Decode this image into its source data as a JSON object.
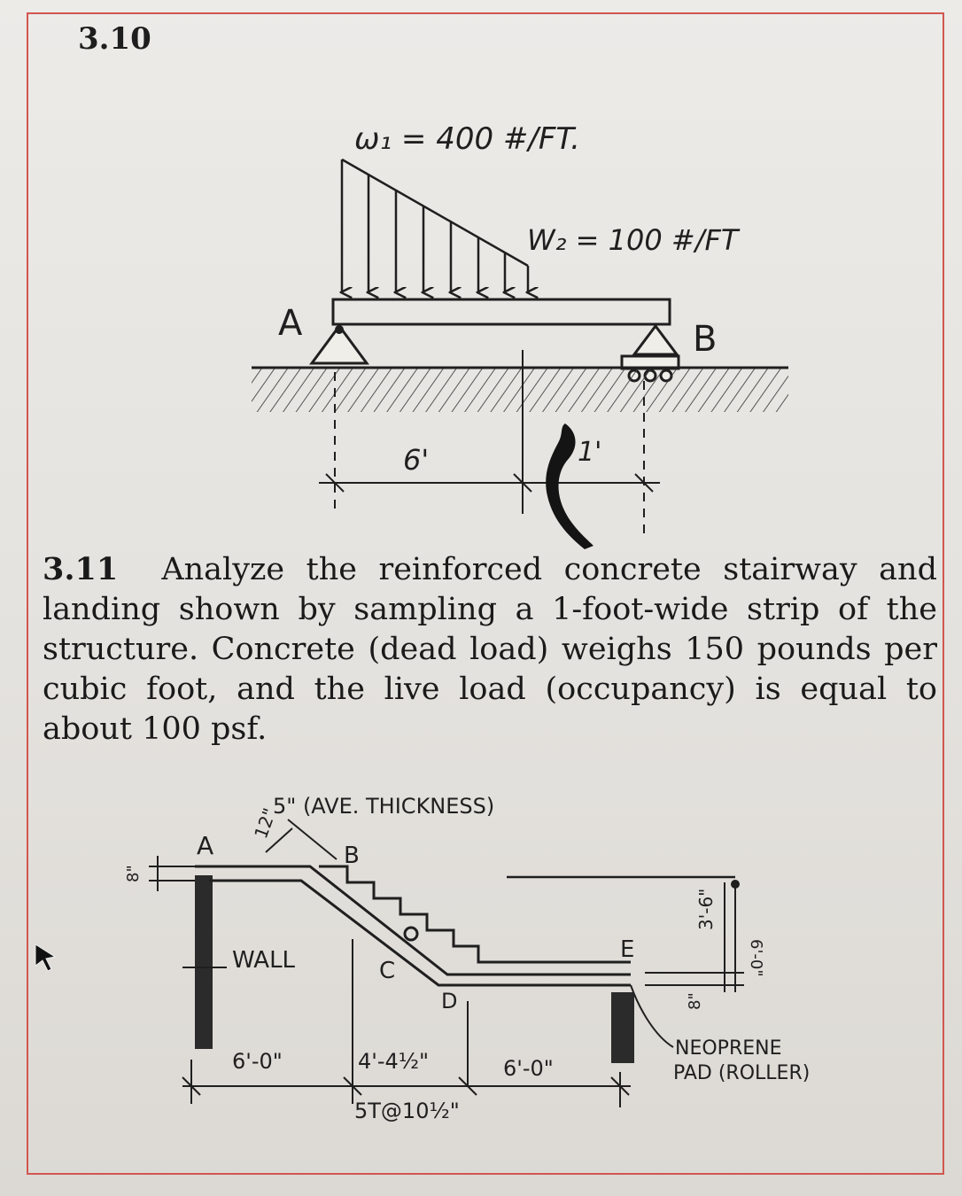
{
  "problem_310": {
    "number": "3.10",
    "w1_label": "ω₁ = 400 #/FT.",
    "w2_label": "W₂ = 100 #/FT",
    "support_a": "A",
    "support_b": "B",
    "span_6": "6'",
    "span_1": "1'"
  },
  "problem_311": {
    "number": "3.11",
    "text": "Analyze the reinforced concrete stairway and landing shown by sampling a 1-foot-wide strip of the structure. Concrete (dead load) weighs 150 pounds per cubic foot, and the live load (occupancy) is equal to about 100 psf."
  },
  "stair_figure": {
    "thickness_note": "5\" (AVE. THICKNESS)",
    "dim_12": "12\"",
    "dim_8_top": "8\"",
    "label_a": "A",
    "label_b": "B",
    "label_c": "C",
    "label_d": "D",
    "label_e": "E",
    "wall": "WALL",
    "dim_left": "6'-0\"",
    "dim_mid": "4'-4½\"",
    "treads": "5T@10½\"",
    "dim_right": "6'-0\"",
    "dim_3_6": "3'-6\"",
    "dim_6_rev": "6'-0\"",
    "dim_8_right": "8\"",
    "pad_line1": "NEOPRENE",
    "pad_line2": "PAD (ROLLER)"
  }
}
